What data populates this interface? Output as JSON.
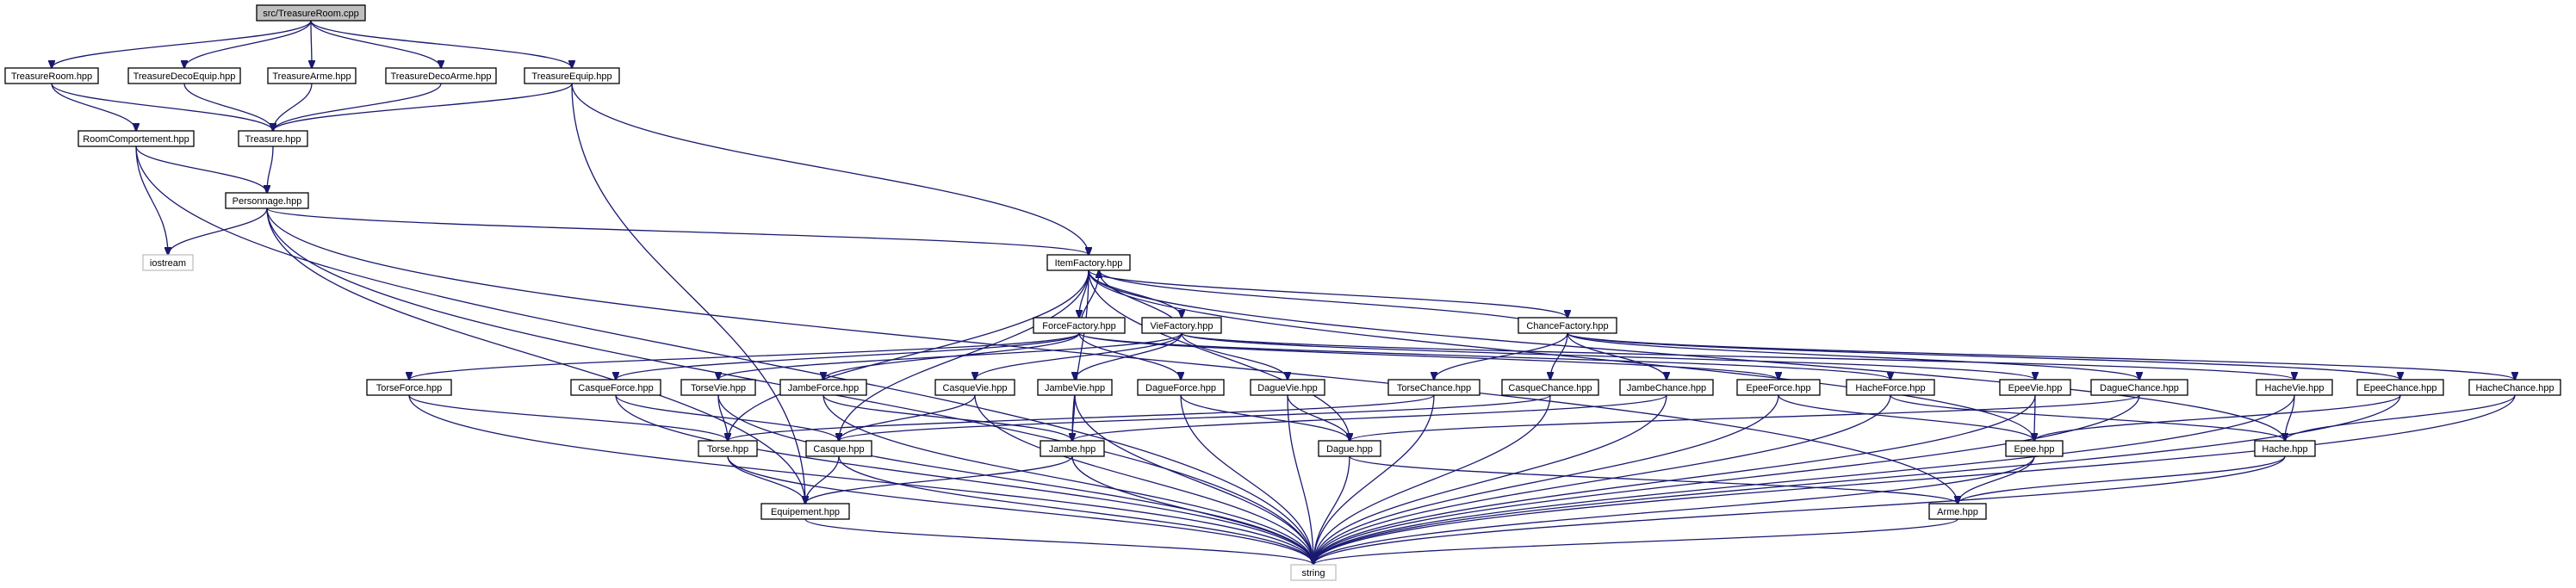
{
  "colors": {
    "edge": "#191970",
    "root_fill": "#bfbfbf",
    "node_fill": "#ffffff",
    "node_border": "#000000",
    "external_border": "#bfbfbf"
  },
  "nodes": [
    {
      "id": "treasureroom_cpp",
      "label": "src/TreasureRoom.cpp",
      "kind": "root"
    },
    {
      "id": "treasureroom_hpp",
      "label": "TreasureRoom.hpp"
    },
    {
      "id": "treasuredecoequip_hpp",
      "label": "TreasureDecoEquip.hpp"
    },
    {
      "id": "treasurearme_hpp",
      "label": "TreasureArme.hpp"
    },
    {
      "id": "treasuredecoarme_hpp",
      "label": "TreasureDecoArme.hpp"
    },
    {
      "id": "treasureequip_hpp",
      "label": "TreasureEquip.hpp"
    },
    {
      "id": "roomcomportement_hpp",
      "label": "RoomComportement.hpp"
    },
    {
      "id": "treasure_hpp",
      "label": "Treasure.hpp"
    },
    {
      "id": "personnage_hpp",
      "label": "Personnage.hpp"
    },
    {
      "id": "iostream",
      "label": "iostream",
      "kind": "external"
    },
    {
      "id": "itemfactory_hpp",
      "label": "ItemFactory.hpp"
    },
    {
      "id": "forcefactory_hpp",
      "label": "ForceFactory.hpp"
    },
    {
      "id": "viefactory_hpp",
      "label": "VieFactory.hpp"
    },
    {
      "id": "chancefactory_hpp",
      "label": "ChanceFactory.hpp"
    },
    {
      "id": "torseforce_hpp",
      "label": "TorseForce.hpp"
    },
    {
      "id": "casqueforce_hpp",
      "label": "CasqueForce.hpp"
    },
    {
      "id": "torsevie_hpp",
      "label": "TorseVie.hpp"
    },
    {
      "id": "jambeforce_hpp",
      "label": "JambeForce.hpp"
    },
    {
      "id": "casquevie_hpp",
      "label": "CasqueVie.hpp"
    },
    {
      "id": "jambevie_hpp",
      "label": "JambeVie.hpp"
    },
    {
      "id": "dagueforce_hpp",
      "label": "DagueForce.hpp"
    },
    {
      "id": "daguevie_hpp",
      "label": "DagueVie.hpp"
    },
    {
      "id": "torsechance_hpp",
      "label": "TorseChance.hpp"
    },
    {
      "id": "casquechance_hpp",
      "label": "CasqueChance.hpp"
    },
    {
      "id": "jambechance_hpp",
      "label": "JambeChance.hpp"
    },
    {
      "id": "epeeforce_hpp",
      "label": "EpeeForce.hpp"
    },
    {
      "id": "hacheforce_hpp",
      "label": "HacheForce.hpp"
    },
    {
      "id": "epeevie_hpp",
      "label": "EpeeVie.hpp"
    },
    {
      "id": "daguechance_hpp",
      "label": "DagueChance.hpp"
    },
    {
      "id": "hachevie_hpp",
      "label": "HacheVie.hpp"
    },
    {
      "id": "epeechance_hpp",
      "label": "EpeeChance.hpp"
    },
    {
      "id": "hachechance_hpp",
      "label": "HacheChance.hpp"
    },
    {
      "id": "torse_hpp",
      "label": "Torse.hpp"
    },
    {
      "id": "casque_hpp",
      "label": "Casque.hpp"
    },
    {
      "id": "jambe_hpp",
      "label": "Jambe.hpp"
    },
    {
      "id": "dague_hpp",
      "label": "Dague.hpp"
    },
    {
      "id": "epee_hpp",
      "label": "Epee.hpp"
    },
    {
      "id": "hache_hpp",
      "label": "Hache.hpp"
    },
    {
      "id": "equipement_hpp",
      "label": "Equipement.hpp"
    },
    {
      "id": "arme_hpp",
      "label": "Arme.hpp"
    },
    {
      "id": "string",
      "label": "string",
      "kind": "external"
    }
  ],
  "edges": [
    [
      "treasureroom_cpp",
      "treasureroom_hpp"
    ],
    [
      "treasureroom_cpp",
      "treasuredecoequip_hpp"
    ],
    [
      "treasureroom_cpp",
      "treasurearme_hpp"
    ],
    [
      "treasureroom_cpp",
      "treasuredecoarme_hpp"
    ],
    [
      "treasureroom_cpp",
      "treasureequip_hpp"
    ],
    [
      "treasureroom_hpp",
      "roomcomportement_hpp"
    ],
    [
      "treasureroom_hpp",
      "treasure_hpp"
    ],
    [
      "treasuredecoequip_hpp",
      "treasure_hpp"
    ],
    [
      "treasurearme_hpp",
      "treasure_hpp"
    ],
    [
      "treasuredecoarme_hpp",
      "treasure_hpp"
    ],
    [
      "treasureequip_hpp",
      "treasure_hpp"
    ],
    [
      "treasureequip_hpp",
      "itemfactory_hpp"
    ],
    [
      "treasureequip_hpp",
      "equipement_hpp"
    ],
    [
      "roomcomportement_hpp",
      "personnage_hpp"
    ],
    [
      "roomcomportement_hpp",
      "iostream"
    ],
    [
      "roomcomportement_hpp",
      "string"
    ],
    [
      "treasure_hpp",
      "personnage_hpp"
    ],
    [
      "personnage_hpp",
      "iostream"
    ],
    [
      "personnage_hpp",
      "itemfactory_hpp"
    ],
    [
      "personnage_hpp",
      "equipement_hpp"
    ],
    [
      "personnage_hpp",
      "arme_hpp"
    ],
    [
      "personnage_hpp",
      "string"
    ],
    [
      "itemfactory_hpp",
      "forcefactory_hpp"
    ],
    [
      "itemfactory_hpp",
      "viefactory_hpp"
    ],
    [
      "itemfactory_hpp",
      "chancefactory_hpp"
    ],
    [
      "itemfactory_hpp",
      "torse_hpp"
    ],
    [
      "itemfactory_hpp",
      "casque_hpp"
    ],
    [
      "itemfactory_hpp",
      "jambe_hpp"
    ],
    [
      "itemfactory_hpp",
      "dague_hpp"
    ],
    [
      "itemfactory_hpp",
      "epee_hpp"
    ],
    [
      "itemfactory_hpp",
      "hache_hpp"
    ],
    [
      "forcefactory_hpp",
      "itemfactory_hpp"
    ],
    [
      "forcefactory_hpp",
      "torseforce_hpp"
    ],
    [
      "forcefactory_hpp",
      "casqueforce_hpp"
    ],
    [
      "forcefactory_hpp",
      "jambeforce_hpp"
    ],
    [
      "forcefactory_hpp",
      "dagueforce_hpp"
    ],
    [
      "forcefactory_hpp",
      "epeeforce_hpp"
    ],
    [
      "forcefactory_hpp",
      "hacheforce_hpp"
    ],
    [
      "viefactory_hpp",
      "itemfactory_hpp"
    ],
    [
      "viefactory_hpp",
      "torsevie_hpp"
    ],
    [
      "viefactory_hpp",
      "casquevie_hpp"
    ],
    [
      "viefactory_hpp",
      "jambevie_hpp"
    ],
    [
      "viefactory_hpp",
      "daguevie_hpp"
    ],
    [
      "viefactory_hpp",
      "epeevie_hpp"
    ],
    [
      "viefactory_hpp",
      "hachevie_hpp"
    ],
    [
      "chancefactory_hpp",
      "itemfactory_hpp"
    ],
    [
      "chancefactory_hpp",
      "torsechance_hpp"
    ],
    [
      "chancefactory_hpp",
      "casquechance_hpp"
    ],
    [
      "chancefactory_hpp",
      "jambechance_hpp"
    ],
    [
      "chancefactory_hpp",
      "daguechance_hpp"
    ],
    [
      "chancefactory_hpp",
      "epeechance_hpp"
    ],
    [
      "chancefactory_hpp",
      "hachechance_hpp"
    ],
    [
      "torseforce_hpp",
      "torse_hpp"
    ],
    [
      "torseforce_hpp",
      "string"
    ],
    [
      "casqueforce_hpp",
      "casque_hpp"
    ],
    [
      "casqueforce_hpp",
      "string"
    ],
    [
      "torsevie_hpp",
      "torse_hpp"
    ],
    [
      "torsevie_hpp",
      "string"
    ],
    [
      "jambeforce_hpp",
      "jambe_hpp"
    ],
    [
      "jambeforce_hpp",
      "string"
    ],
    [
      "casquevie_hpp",
      "casque_hpp"
    ],
    [
      "casquevie_hpp",
      "string"
    ],
    [
      "jambevie_hpp",
      "jambe_hpp"
    ],
    [
      "jambevie_hpp",
      "string"
    ],
    [
      "dagueforce_hpp",
      "dague_hpp"
    ],
    [
      "dagueforce_hpp",
      "string"
    ],
    [
      "daguevie_hpp",
      "dague_hpp"
    ],
    [
      "daguevie_hpp",
      "string"
    ],
    [
      "torsechance_hpp",
      "torse_hpp"
    ],
    [
      "torsechance_hpp",
      "string"
    ],
    [
      "casquechance_hpp",
      "casque_hpp"
    ],
    [
      "casquechance_hpp",
      "string"
    ],
    [
      "jambechance_hpp",
      "jambe_hpp"
    ],
    [
      "jambechance_hpp",
      "string"
    ],
    [
      "epeeforce_hpp",
      "epee_hpp"
    ],
    [
      "epeeforce_hpp",
      "string"
    ],
    [
      "hacheforce_hpp",
      "hache_hpp"
    ],
    [
      "hacheforce_hpp",
      "string"
    ],
    [
      "epeevie_hpp",
      "epee_hpp"
    ],
    [
      "epeevie_hpp",
      "string"
    ],
    [
      "daguechance_hpp",
      "dague_hpp"
    ],
    [
      "daguechance_hpp",
      "string"
    ],
    [
      "hachevie_hpp",
      "hache_hpp"
    ],
    [
      "hachevie_hpp",
      "string"
    ],
    [
      "epeechance_hpp",
      "epee_hpp"
    ],
    [
      "epeechance_hpp",
      "string"
    ],
    [
      "hachechance_hpp",
      "hache_hpp"
    ],
    [
      "hachechance_hpp",
      "string"
    ],
    [
      "torse_hpp",
      "equipement_hpp"
    ],
    [
      "torse_hpp",
      "string"
    ],
    [
      "casque_hpp",
      "equipement_hpp"
    ],
    [
      "casque_hpp",
      "string"
    ],
    [
      "jambe_hpp",
      "equipement_hpp"
    ],
    [
      "jambe_hpp",
      "string"
    ],
    [
      "dague_hpp",
      "arme_hpp"
    ],
    [
      "dague_hpp",
      "string"
    ],
    [
      "epee_hpp",
      "arme_hpp"
    ],
    [
      "epee_hpp",
      "string"
    ],
    [
      "hache_hpp",
      "arme_hpp"
    ],
    [
      "hache_hpp",
      "string"
    ],
    [
      "equipement_hpp",
      "string"
    ],
    [
      "arme_hpp",
      "string"
    ]
  ]
}
